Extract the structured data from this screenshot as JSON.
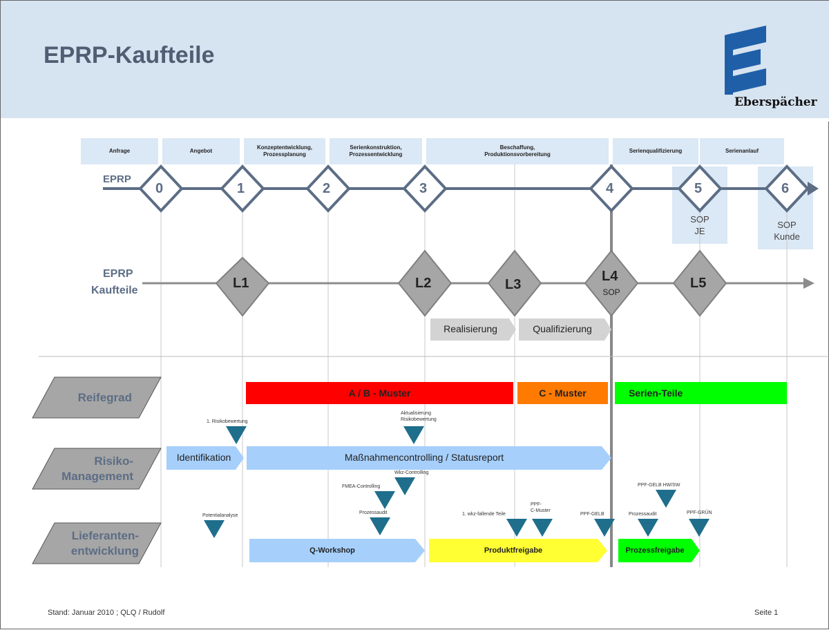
{
  "title": "EPRP-Kaufteile",
  "logo": {
    "text": "Eberspächer",
    "color": "#1f5fa8"
  },
  "phases": [
    "Anfrage",
    "Angebot",
    "Konzeptentwicklung,\nProzessplanung",
    "Serienkonstruktion,\nProzessentwicklung",
    "Beschaffung,\nProduktionsvorbereitung",
    "Serienqualifizierung",
    "Serienanlauf"
  ],
  "rows": {
    "eprp": "EPRP",
    "kaufteile": [
      "EPRP",
      "Kaufteile"
    ],
    "reifegrad": "Reifegrad",
    "risiko": "Risiko-\nManagement",
    "lieferanten": "Lieferanten-\nentwicklung"
  },
  "eprp_gates": [
    "0",
    "1",
    "2",
    "3",
    "4",
    "5",
    "6"
  ],
  "gate_notes": {
    "g5": "SOP\nJE",
    "g6": "SOP\nKunde"
  },
  "l_gates": [
    "L1",
    "L2",
    "L3",
    "L4",
    "L5"
  ],
  "l4_sub": "SOP",
  "phase_arrows": {
    "realisierung": "Realisierung",
    "qualifizierung": "Qualifizierung"
  },
  "reifegrad_bars": {
    "ab": "A / B - Muster",
    "c": "C - Muster",
    "serien": "Serien-Teile",
    "colors": {
      "ab": "#ff0000",
      "c": "#ff7a00",
      "serien": "#00ff00"
    }
  },
  "risk": {
    "identifikation": "Identifikation",
    "massnahmen": "Maßnahmencontrolling / Statusreport",
    "m1": "1. Risikobewertung",
    "m2": "Aktualisierung\nRisikobewertung",
    "m3": "Wkz-Controlling",
    "m4": "FMEA-Controlling"
  },
  "supplier": {
    "qworkshop": "Q-Workshop",
    "produktfreigabe": "Produktfreigabe",
    "prozessfreigabe": "Prozessfreigabe",
    "m_potential": "Potentialanalyse",
    "m_prozessaudit1": "Prozessaudit",
    "m_wkz": "1. wkz-fallende Teile",
    "m_ppf_c": "PPF-\nC-Muster",
    "m_ppf_gelb": "PPF-GELB",
    "m_ppf_gelb_hw": "PPF-GELB HW/SW",
    "m_prozessaudit2": "Prozessaudit",
    "m_ppf_gruen": "PPF-GRÜN"
  },
  "footer": {
    "left": "Stand: Januar 2010 ;  QLQ / Rudolf",
    "right": "Seite 1"
  }
}
